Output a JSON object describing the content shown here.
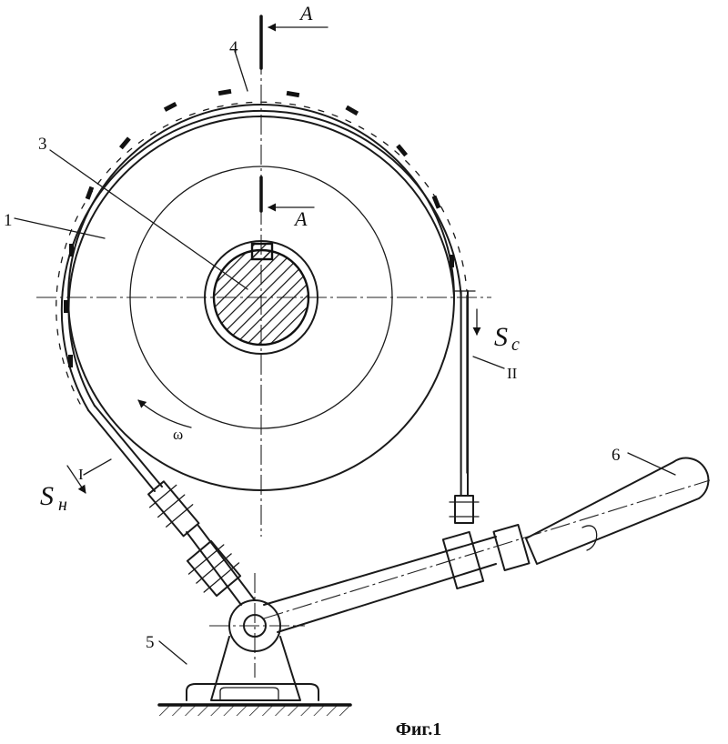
{
  "labels": {
    "part_1": "1",
    "part_3": "3",
    "part_4": "4",
    "part_5": "5",
    "part_6": "6",
    "branch_I": "I",
    "branch_II": "II",
    "section_top": "A",
    "section_mid": "A",
    "omega": "ω",
    "force_c_main": "S",
    "force_c_sub": "c",
    "force_h_main": "S",
    "force_h_sub": "н"
  },
  "caption": "Фиг.1"
}
